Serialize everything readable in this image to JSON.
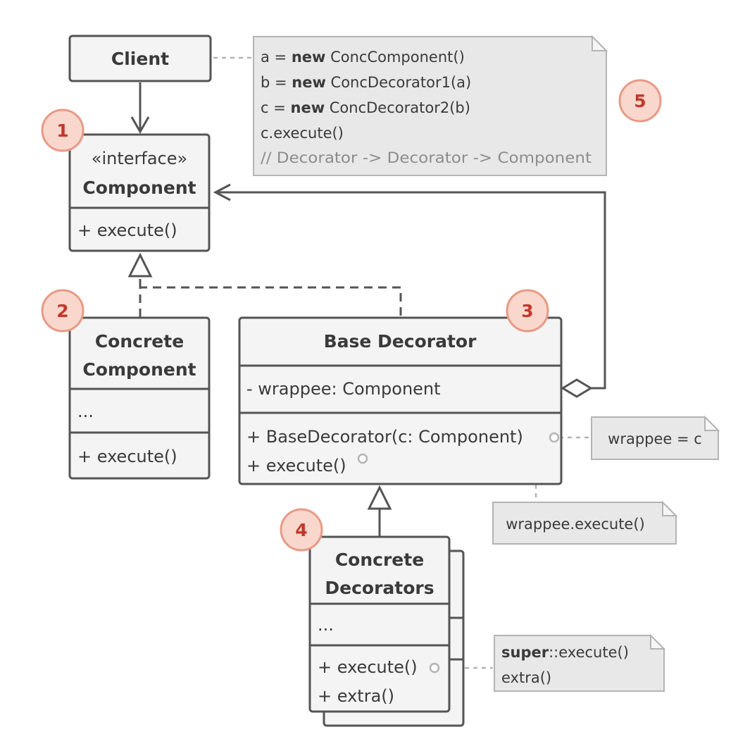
{
  "client": {
    "name": "Client"
  },
  "component": {
    "stereotype": "«interface»",
    "name": "Component",
    "methods": [
      "+ execute()"
    ]
  },
  "concrete_component": {
    "name_lines": [
      "Concrete",
      "Component"
    ],
    "fields": [
      "..."
    ],
    "methods": [
      "+ execute()"
    ]
  },
  "base_decorator": {
    "name": "Base Decorator",
    "fields": [
      "- wrappee: Component"
    ],
    "methods": [
      "+ BaseDecorator(c: Component)",
      "+ execute()"
    ]
  },
  "concrete_decorators": {
    "name_lines": [
      "Concrete",
      "Decorators"
    ],
    "fields": [
      "..."
    ],
    "methods": [
      "+ execute()",
      "+ extra()"
    ]
  },
  "notes": {
    "client_code": {
      "lines": [
        {
          "prefix": "a = ",
          "keyword": "new",
          "suffix": " ConcComponent()"
        },
        {
          "prefix": "b = ",
          "keyword": "new",
          "suffix": " ConcDecorator1(a)"
        },
        {
          "prefix": "c = ",
          "keyword": "new",
          "suffix": " ConcDecorator2(b)"
        },
        {
          "prefix": "c.execute()",
          "keyword": "",
          "suffix": ""
        }
      ],
      "comment": "// Decorator -> Decorator -> Component"
    },
    "constructor": "wrappee = c",
    "execute": "wrappee.execute()",
    "concrete_execute": {
      "keyword": "super",
      "rest": "::execute()",
      "line2": "extra()"
    }
  },
  "badges": [
    "1",
    "2",
    "3",
    "4",
    "5"
  ]
}
